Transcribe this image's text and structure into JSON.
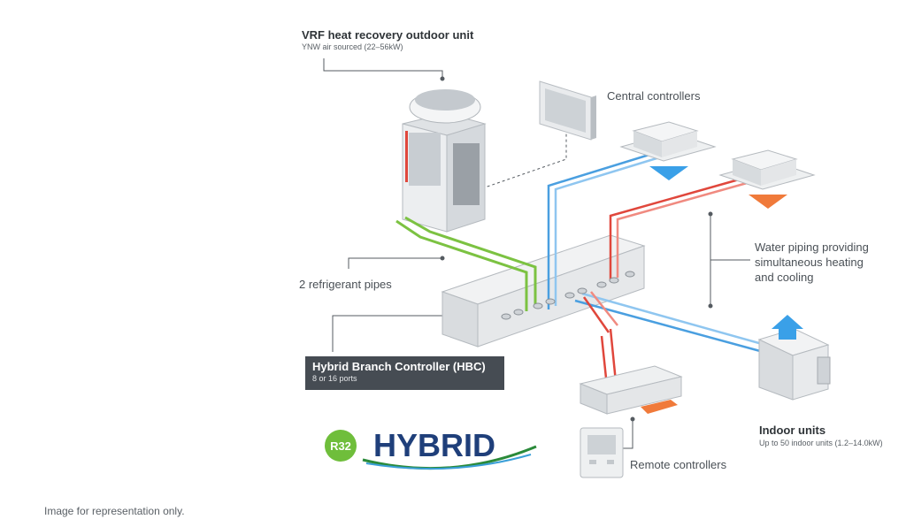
{
  "outdoor_unit": {
    "title": "VRF heat recovery outdoor unit",
    "subtitle": "YNW air sourced (22–56kW)"
  },
  "central_controllers": {
    "label": "Central controllers"
  },
  "water_piping": {
    "line1": "Water piping providing",
    "line2": "simultaneous heating",
    "line3": "and cooling"
  },
  "refrigerant": {
    "label": "2 refrigerant pipes"
  },
  "hbc": {
    "title": "Hybrid Branch Controller (HBC)",
    "subtitle": "8 or 16 ports"
  },
  "indoor_units": {
    "title": "Indoor units",
    "subtitle": "Up to 50 indoor units (1.2–14.0kW)"
  },
  "remote_controllers": {
    "label": "Remote controllers"
  },
  "logo": {
    "badge": "R32",
    "word": "HYBRID"
  },
  "footer": {
    "note": "Image for representation only."
  },
  "colors": {
    "refrigerant_green": "#7cc242",
    "hot_red": "#e0473c",
    "cold_blue": "#4a9fe0",
    "label_dark": "#464c53",
    "arrow_blue": "#3aa0e8",
    "arrow_orange": "#f07a3a"
  }
}
